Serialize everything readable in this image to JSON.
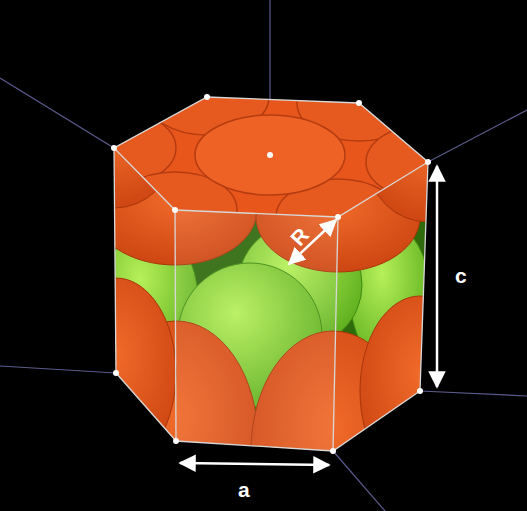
{
  "diagram": {
    "labels": [
      "R",
      "c",
      "a"
    ]
  }
}
